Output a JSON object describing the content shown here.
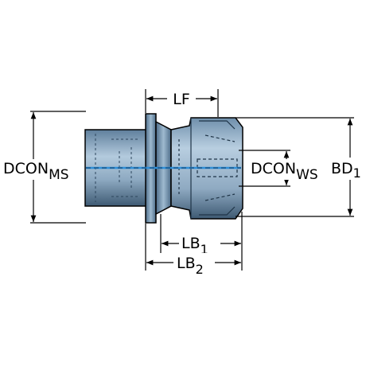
{
  "labels": {
    "lf": "LF",
    "dcon_ms_main": "DCON",
    "dcon_ms_sub": "MS",
    "dcon_ws_main": "DCON",
    "dcon_ws_sub": "WS",
    "bd_main": "BD",
    "bd_sub": "1",
    "lb1_main": "LB",
    "lb1_sub": "1",
    "lb2_main": "LB",
    "lb2_sub": "2"
  },
  "colors": {
    "body_light": "#a9c2d6",
    "body_mid": "#7d9cb6",
    "body_dark": "#3e5a73",
    "outline": "#000000",
    "centerline": "#2f8fd8"
  }
}
